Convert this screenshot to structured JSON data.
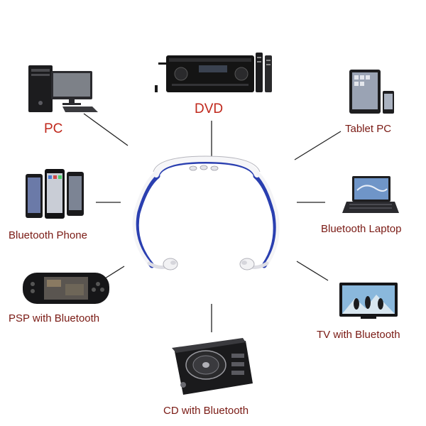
{
  "labels": {
    "pc": "PC",
    "dvd": "DVD",
    "tablet_pc": "Tablet PC",
    "bluetooth_phone": "Bluetooth Phone",
    "bluetooth_laptop": "Bluetooth Laptop",
    "psp": "PSP with Bluetooth",
    "tv": "TV with Bluetooth",
    "cd": "CD with Bluetooth"
  },
  "colors": {
    "label_red": "#c0281c",
    "label_dark": "#7a1a14",
    "headset_accent": "#2a3fb0",
    "connector_line": "#222222"
  },
  "icons": {
    "center": "neckband-headset-icon",
    "pc": "desktop-computer-icon",
    "dvd": "av-receiver-icon",
    "tablet_pc": "tablet-and-phone-icon",
    "bluetooth_phone": "smartphones-icon",
    "bluetooth_laptop": "laptop-icon",
    "psp": "handheld-console-icon",
    "tv": "flat-tv-icon",
    "cd": "cd-turntable-icon"
  }
}
